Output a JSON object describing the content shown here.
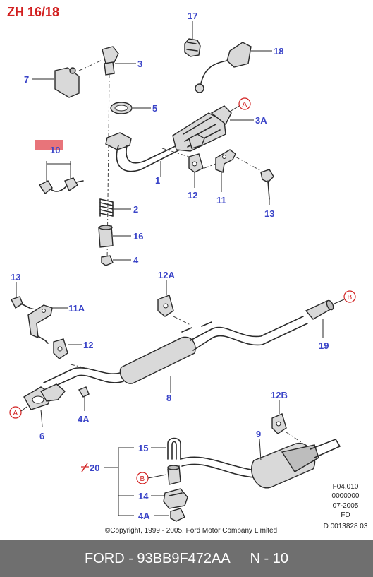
{
  "header": {
    "page_ref": "ZH 16/18"
  },
  "labels": {
    "p17": "17",
    "p18": "18",
    "p3": "3",
    "p7": "7",
    "p5": "5",
    "p3A": "3A",
    "p10": "10",
    "p1": "1",
    "p12": "12",
    "p11": "11",
    "p13": "13",
    "p2": "2",
    "p16": "16",
    "p4": "4",
    "p13b": "13",
    "p11A": "11A",
    "p12A": "12A",
    "p12b": "12",
    "p19": "19",
    "p8": "8",
    "p4A": "4A",
    "p6": "6",
    "p12B": "12B",
    "p9": "9",
    "p15": "15",
    "p20": "20",
    "p14": "14",
    "p4Ab": "4A"
  },
  "refs": {
    "a1": "A",
    "a2": "A",
    "b1": "B",
    "b2": "B"
  },
  "codes": [
    "F04.010",
    "0000000",
    "07-2005",
    "FD",
    "D 0013828 03"
  ],
  "copyright": "©Copyright, 1999 - 2005, Ford Motor Company Limited",
  "footer": {
    "part": "FORD - 93BB9F472AA",
    "page": "N - 10"
  },
  "colors": {
    "label": "#3a44c8",
    "ref": "#d21f1f",
    "footer_bg": "#6f6f6f",
    "highlight": "#e8747a"
  }
}
